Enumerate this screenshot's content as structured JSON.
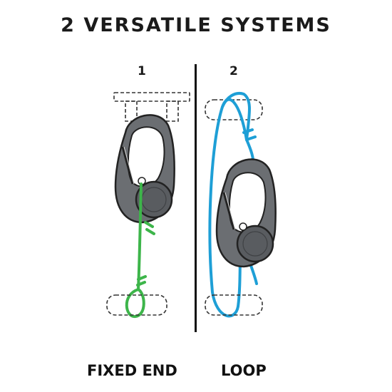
{
  "title": "2 VERSATILE SYSTEMS",
  "systems": [
    {
      "number": "1",
      "label": "FIXED END",
      "cord_color": "#3db54a"
    },
    {
      "number": "2",
      "label": "LOOP",
      "cord_color": "#1e9fd6"
    }
  ],
  "colors": {
    "carabiner": "#6b6e72",
    "outline": "#222222",
    "background": "#ffffff"
  },
  "icons": [
    "carabiner-icon",
    "dashed-anchor-icon"
  ]
}
